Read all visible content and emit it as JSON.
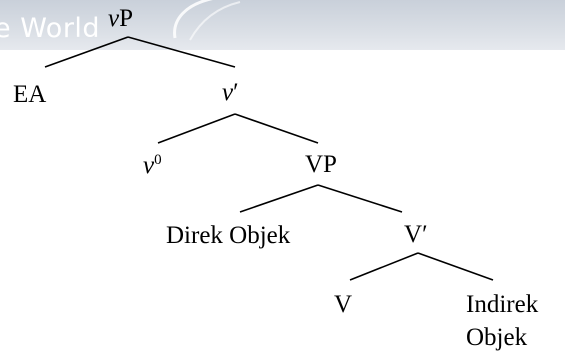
{
  "banner": {
    "text": "e World"
  },
  "tree": {
    "root": {
      "head": "v",
      "tail": "P"
    },
    "ea": "EA",
    "v_bar": {
      "head": "v",
      "prime": "′"
    },
    "v_zero": {
      "head": "v",
      "sup": "0"
    },
    "vp": "VP",
    "direct_object": "Direk Objek",
    "v_bar2": {
      "head": "V",
      "prime": "′"
    },
    "v": "V",
    "indirect_object": {
      "line1": "Indirek",
      "line2": "Objek"
    }
  }
}
